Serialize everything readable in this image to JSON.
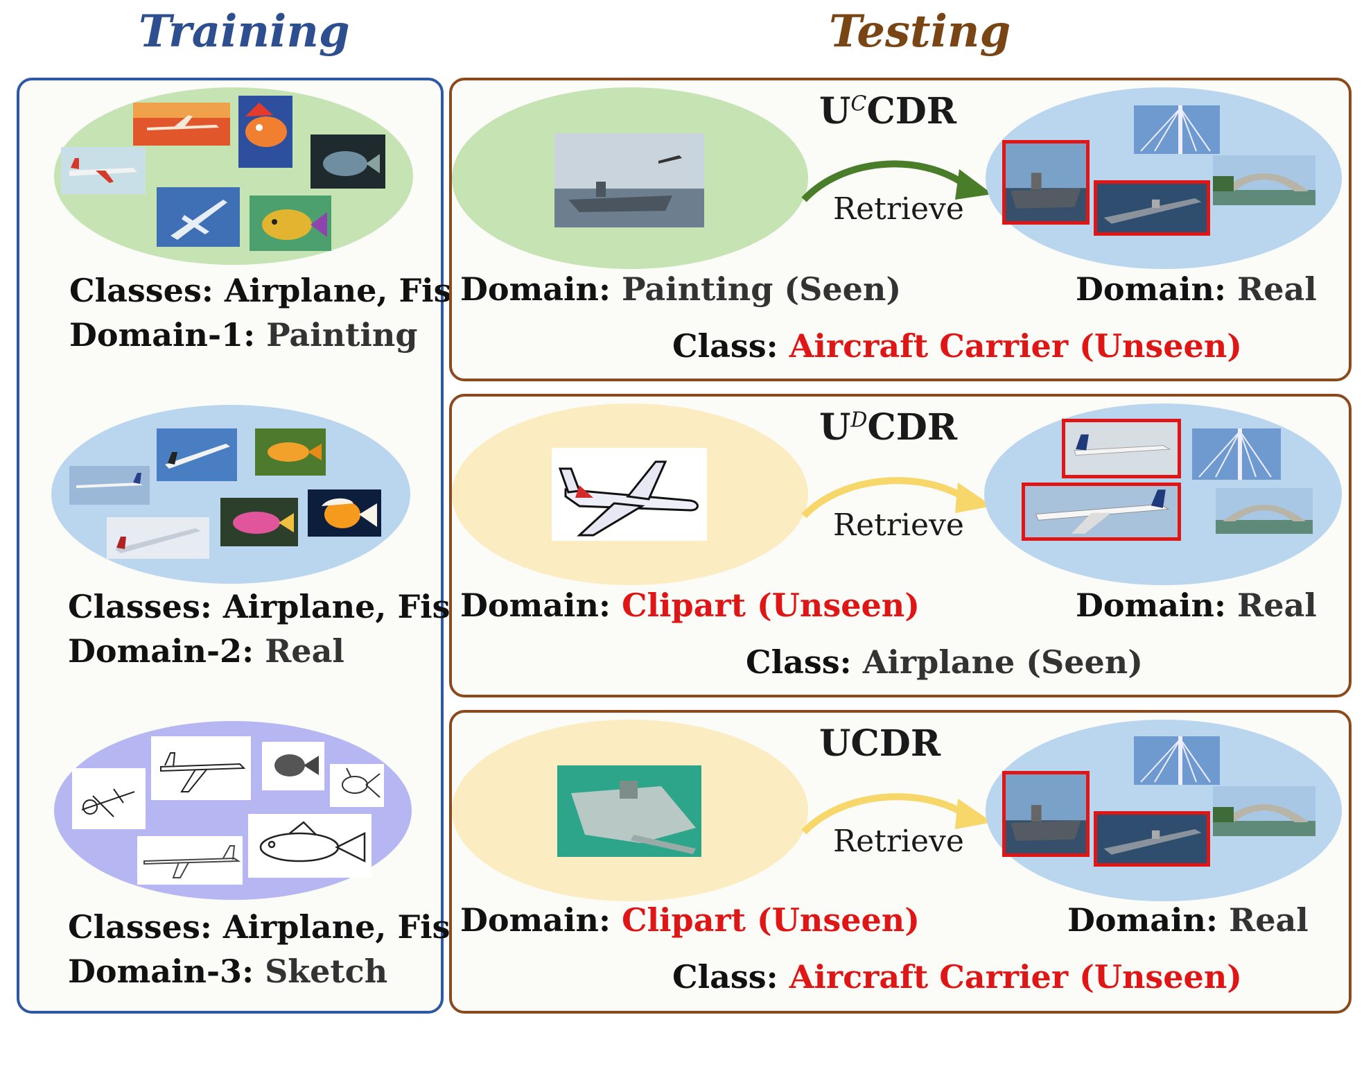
{
  "headers": {
    "training": "Training",
    "testing": "Testing"
  },
  "training": [
    {
      "classes_label": "Classes:",
      "classes_value": "Airplane, Fish",
      "domain_label": "Domain-1:",
      "domain_value": "Painting"
    },
    {
      "classes_label": "Classes:",
      "classes_value": "Airplane, Fish",
      "domain_label": "Domain-2:",
      "domain_value": "Real"
    },
    {
      "classes_label": "Classes:",
      "classes_value": "Airplane, Fish",
      "domain_label": "Domain-3:",
      "domain_value": "Sketch"
    }
  ],
  "testing": [
    {
      "method": "U",
      "method_sup": "C",
      "method_rest": "CDR",
      "retrieve": "Retrieve",
      "query_label": "Domain:",
      "query_value": "Painting (Seen)",
      "gallery_label": "Domain:",
      "gallery_value": "Real",
      "class_label": "Class:",
      "class_value": "Aircraft Carrier (Unseen)"
    },
    {
      "method": "U",
      "method_sup": "D",
      "method_rest": "CDR",
      "retrieve": "Retrieve",
      "query_label": "Domain:",
      "query_value": "Clipart (Unseen)",
      "gallery_label": "Domain:",
      "gallery_value": "Real",
      "class_label": "Class:",
      "class_value": "Airplane (Seen)"
    },
    {
      "method": "UCDR",
      "method_sup": "",
      "method_rest": "",
      "retrieve": "Retrieve",
      "query_label": "Domain:",
      "query_value": "Clipart (Unseen)",
      "gallery_label": "Domain:",
      "gallery_value": "Real",
      "class_label": "Class:",
      "class_value": "Aircraft Carrier (Unseen)"
    }
  ],
  "colors": {
    "training_blue": "#2e57a4",
    "testing_brown": "#8b4a1d",
    "highlight_red": "#e01515",
    "ellipse_green": "#c6e3b4",
    "ellipse_blue": "#b9d6ee",
    "ellipse_purple": "#b6b7f2",
    "ellipse_yellow": "#fbecc2",
    "arrow_green": "#4a7d2a",
    "arrow_yellow": "#f7d66a"
  }
}
